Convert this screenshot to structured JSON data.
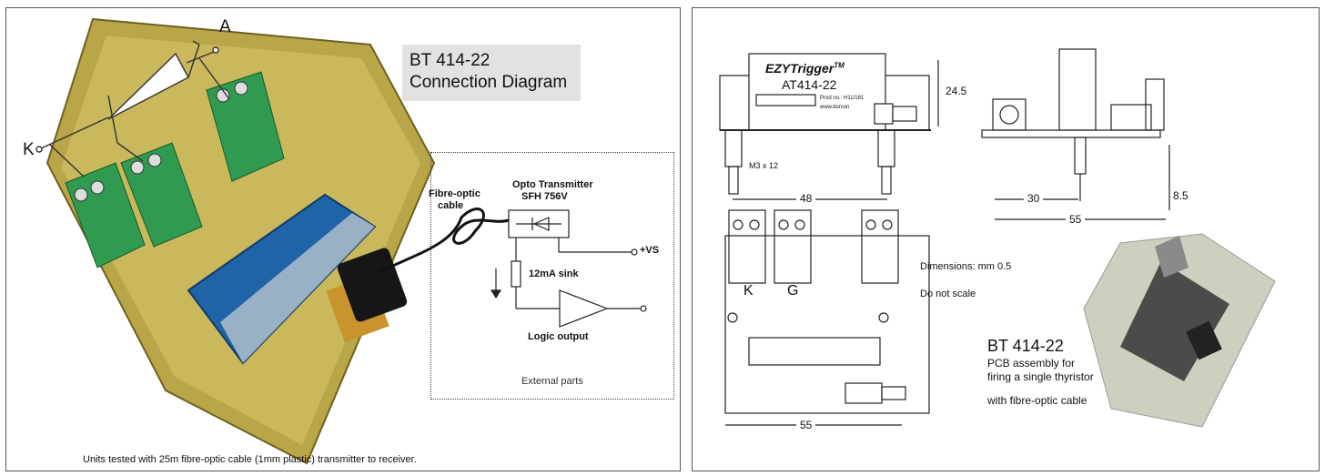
{
  "left": {
    "title_line1": "BT 414-22",
    "title_line2": "Connection Diagram",
    "label_A": "A",
    "label_K": "K",
    "label_fibre1": "Fibre-optic",
    "label_fibre2": "cable",
    "label_opto1": "Opto Transmitter",
    "label_opto2": "SFH 756V",
    "label_vs": "+VS",
    "label_sink": "12mA sink",
    "label_logic": "Logic output",
    "label_external": "External parts",
    "footer": "Units tested with 25m fibre-optic cable (1mm plastic)  transmitter to receiver."
  },
  "right": {
    "box_brand": "EZYTrigger",
    "box_tm": "TM",
    "box_model": "AT414-22",
    "box_prod": "Prod no.: H11/181",
    "box_web": "www.bsrcon",
    "dim_24_5": "24.5",
    "screw": "M3 x 12",
    "dim_48": "48",
    "dim_30": "30",
    "dim_55a": "55",
    "dim_8_5": "8.5",
    "dim_55b": "55",
    "label_K": "K",
    "label_G": "G",
    "dims_note": "Dimensions: mm  0.5",
    "scale_note": "Do not scale",
    "product_title": "BT 414-22",
    "product_desc1": "PCB assembly for",
    "product_desc2": "firing a single thyristor",
    "product_desc3": "with fibre-optic cable"
  }
}
